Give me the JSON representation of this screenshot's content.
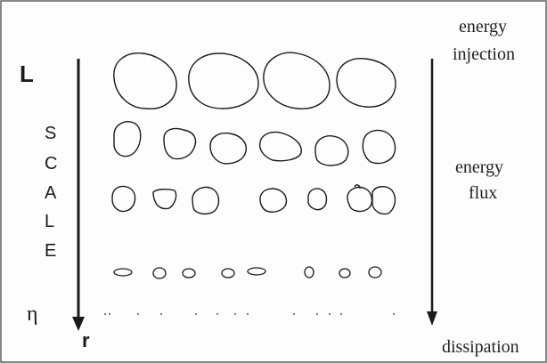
{
  "labels": {
    "large_scale": "L",
    "scale_letters": [
      "S",
      "C",
      "A",
      "L",
      "E"
    ],
    "small_scale": "η",
    "r_axis": "r",
    "energy_injection_line1": "energy",
    "energy_injection_line2": "injection",
    "energy_flux_line1": "energy",
    "energy_flux_line2": "flux",
    "dissipation": "dissipation"
  },
  "colors": {
    "ink": "#1a1a1a",
    "frame": "#555555",
    "background": "#fdfdfd"
  }
}
